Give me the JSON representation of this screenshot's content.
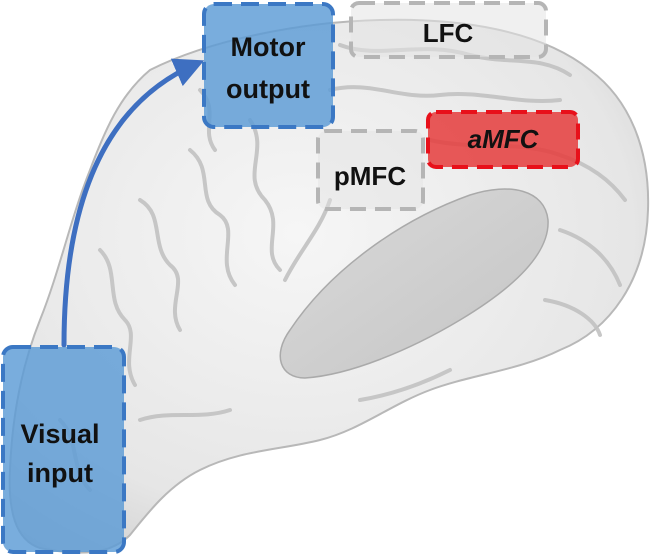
{
  "regions": {
    "motor_output": {
      "line1": "Motor",
      "line2": "output",
      "color": "#3b78c4",
      "fill": "#5b9bd5"
    },
    "lfc": {
      "label": "LFC",
      "color": "#b5b5b5"
    },
    "amfc": {
      "label": "aMFC",
      "color": "#e8101a",
      "fill": "#e53c3c"
    },
    "pmfc": {
      "label": "pMFC",
      "color": "#b5b5b5"
    },
    "visual_input": {
      "line1": "Visual",
      "line2": "input",
      "color": "#3b78c4",
      "fill": "#5b9bd5"
    }
  },
  "arrow": {
    "color": "#3e6fc1"
  },
  "brain": {
    "surface_color": "#e9e9e9",
    "medial_wall_color": "#cfcfcf"
  }
}
